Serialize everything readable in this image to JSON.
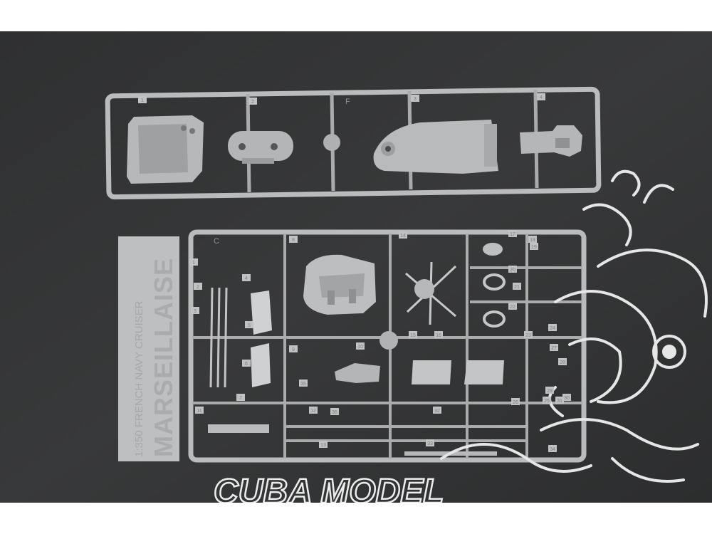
{
  "photo": {
    "subject": "plastic model kit sprues on dark background",
    "background_color": "#343536",
    "plastic_color": "#b9bbbc",
    "plastic_shadow": "#8c8e90",
    "watermark_color": "#e9e9ea"
  },
  "sprue_f": {
    "letter": "F",
    "part_numbers": [
      "1",
      "2",
      "3",
      "4"
    ]
  },
  "sprue_c": {
    "letter": "C",
    "tab_line1": "1:350 FRENCH NAVY CRUISER",
    "tab_line2": "MARSEILLAISE",
    "part_numbers": [
      "1",
      "2",
      "3",
      "4",
      "5",
      "6",
      "7",
      "8",
      "9",
      "10",
      "11",
      "12",
      "13",
      "14",
      "15",
      "16",
      "17",
      "18",
      "19",
      "20",
      "21",
      "22",
      "23",
      "24",
      "25",
      "26",
      "27",
      "28",
      "29",
      "30",
      "31",
      "32",
      "33",
      "34",
      "35",
      "36"
    ]
  },
  "watermark": {
    "text": "CUBA MODEL"
  }
}
